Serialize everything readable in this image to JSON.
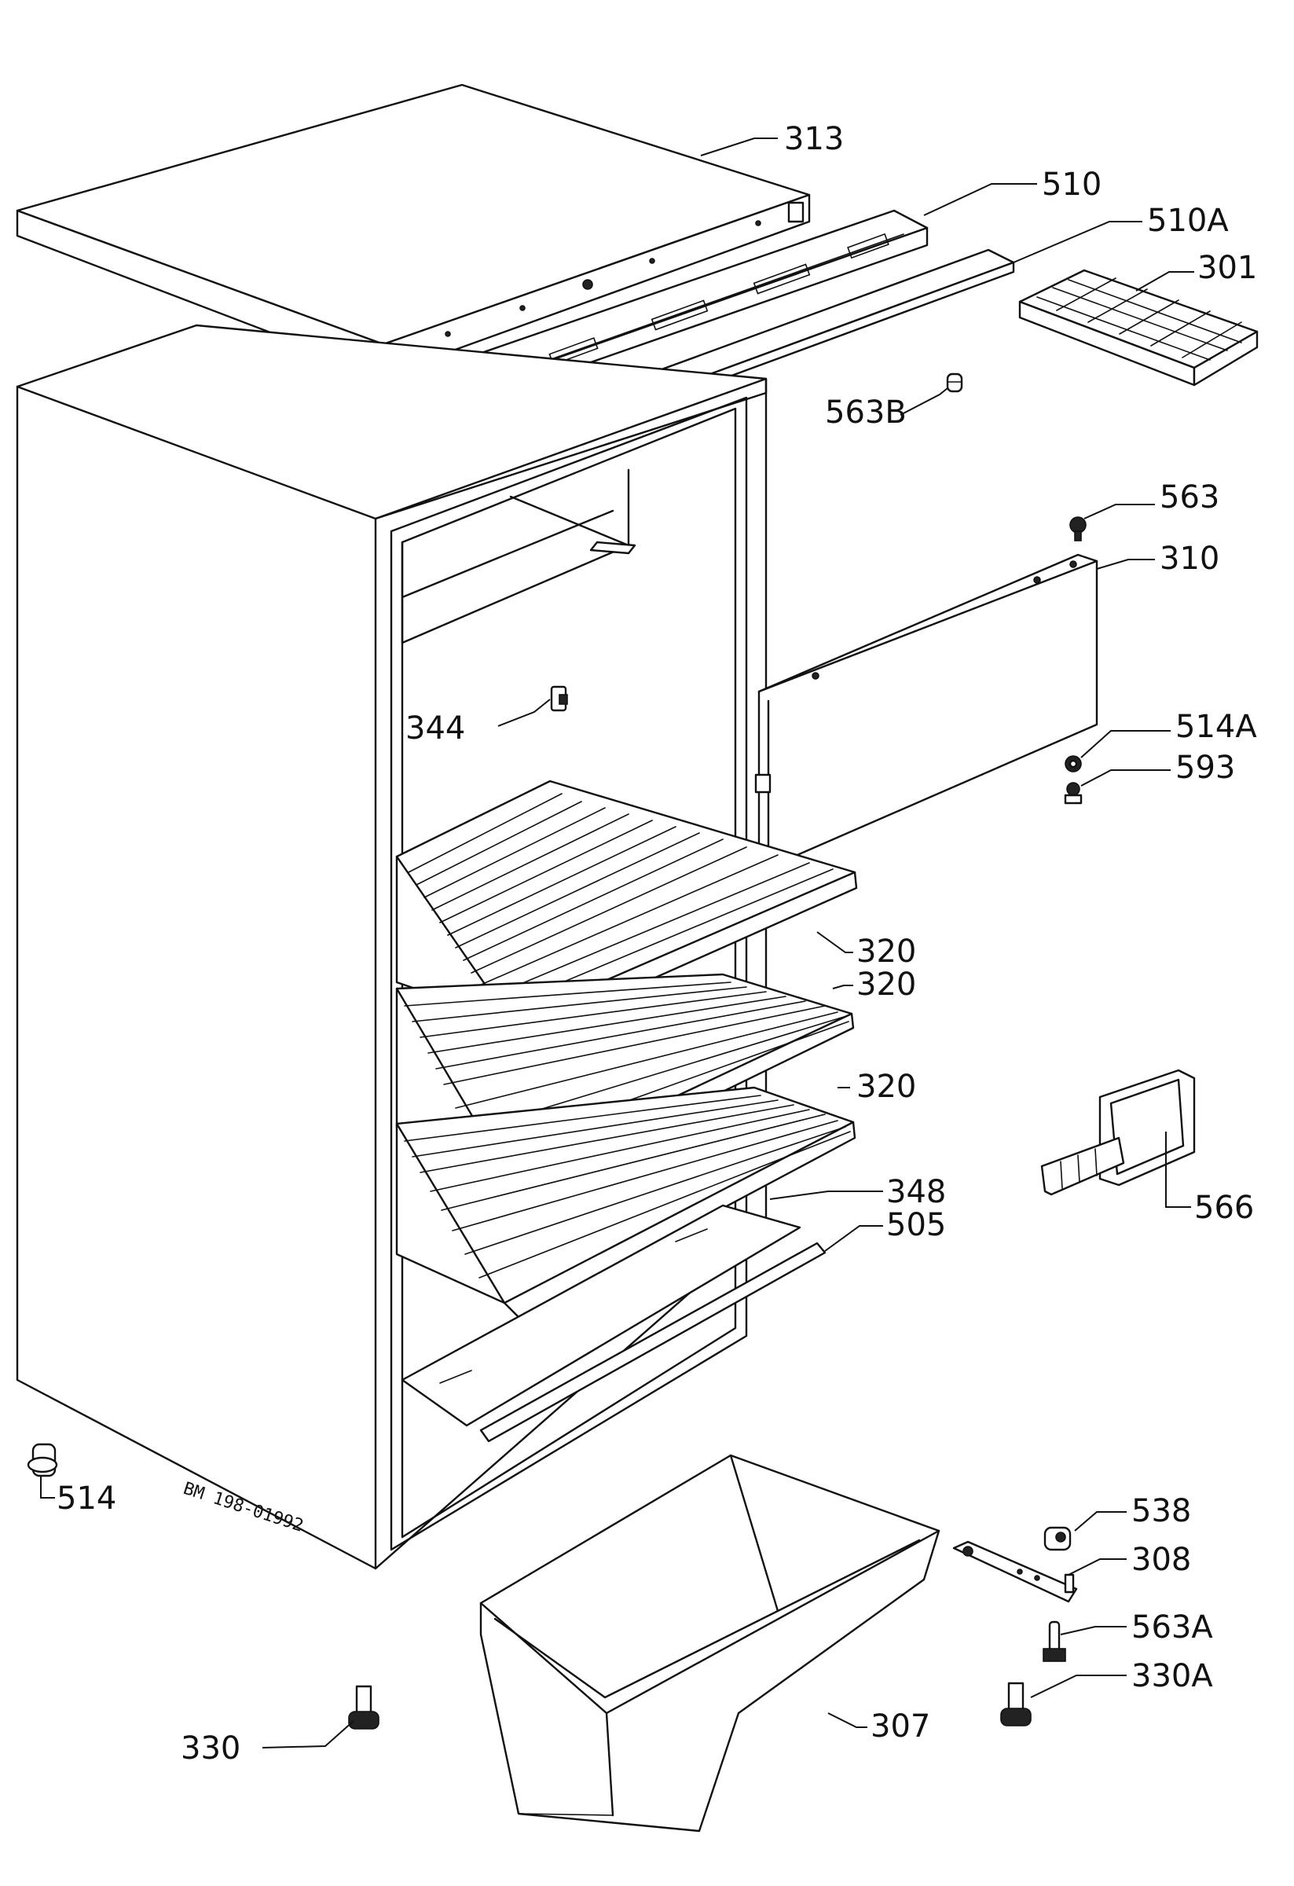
{
  "diagram": {
    "stamp_text": "BM 198-01992",
    "callouts": [
      {
        "id": "313",
        "label": "313"
      },
      {
        "id": "510",
        "label": "510"
      },
      {
        "id": "510a",
        "label": "510A"
      },
      {
        "id": "301",
        "label": "301"
      },
      {
        "id": "563b",
        "label": "563B"
      },
      {
        "id": "563",
        "label": "563"
      },
      {
        "id": "310",
        "label": "310"
      },
      {
        "id": "344",
        "label": "344"
      },
      {
        "id": "514a",
        "label": "514A"
      },
      {
        "id": "593",
        "label": "593"
      },
      {
        "id": "320a",
        "label": "320"
      },
      {
        "id": "320b",
        "label": "320"
      },
      {
        "id": "320c",
        "label": "320"
      },
      {
        "id": "348",
        "label": "348"
      },
      {
        "id": "505",
        "label": "505"
      },
      {
        "id": "566",
        "label": "566"
      },
      {
        "id": "514",
        "label": "514"
      },
      {
        "id": "538",
        "label": "538"
      },
      {
        "id": "308",
        "label": "308"
      },
      {
        "id": "563a",
        "label": "563A"
      },
      {
        "id": "330a",
        "label": "330A"
      },
      {
        "id": "330",
        "label": "330"
      },
      {
        "id": "307",
        "label": "307"
      }
    ]
  }
}
